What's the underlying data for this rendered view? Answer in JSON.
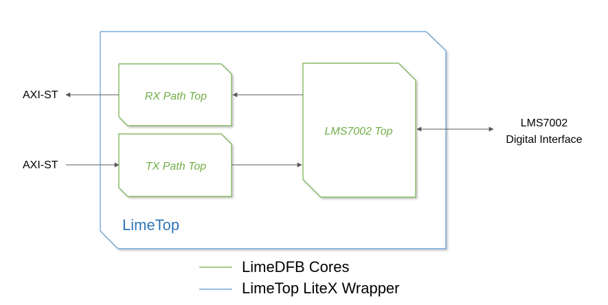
{
  "wrapper": {
    "label": "LimeTop",
    "color": "#5b9bd5"
  },
  "blocks": {
    "rx": {
      "label": "RX Path Top"
    },
    "tx": {
      "label": "TX Path Top"
    },
    "lms": {
      "label": "LMS7002 Top"
    }
  },
  "ports": {
    "axi_out": "AXI-ST",
    "axi_in": "AXI-ST",
    "lms_line1": "LMS7002",
    "lms_line2": "Digital Interface"
  },
  "legend": [
    {
      "label": "LimeDFB Cores",
      "color": "#70ad47"
    },
    {
      "label": "LimeTop LiteX Wrapper",
      "color": "#5b9bd5"
    }
  ],
  "colors": {
    "core": "#70ad47",
    "wrapper": "#2e75b6",
    "arrow": "#595959"
  }
}
